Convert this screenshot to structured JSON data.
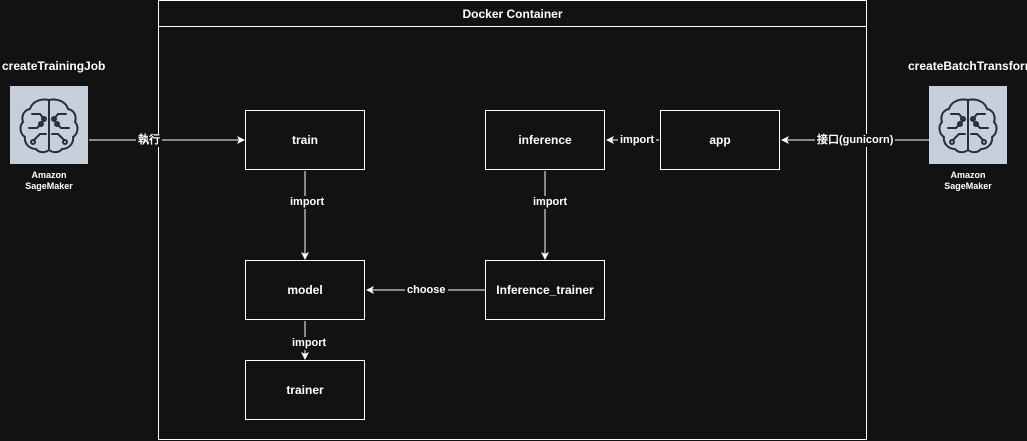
{
  "container": {
    "title": "Docker Container"
  },
  "left_actor": {
    "title": "createTrainingJob",
    "icon": "sagemaker-brain-icon",
    "label_line1": "Amazon",
    "label_line2": "SageMaker"
  },
  "right_actor": {
    "title": "createBatchTransform",
    "icon": "sagemaker-brain-icon",
    "label_line1": "Amazon",
    "label_line2": "SageMaker"
  },
  "nodes": {
    "train": "train",
    "model": "model",
    "trainer": "trainer",
    "inference": "inference",
    "app": "app",
    "inference_trainer": "Inference_trainer"
  },
  "edges": {
    "execute": "執行",
    "train_model": "import",
    "model_trainer": "import",
    "app_inference": "import",
    "inference_inference_trainer": "import",
    "choose": "choose",
    "interface": "接口(gunicorn)"
  },
  "colors": {
    "background": "#121212",
    "stroke": "#ffffff",
    "icon_bg": "#c7d0da",
    "icon_fg": "#232f3e"
  }
}
